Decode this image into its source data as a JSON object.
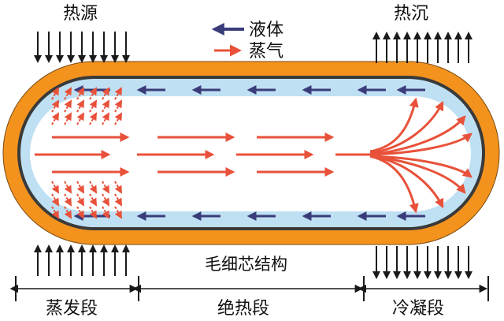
{
  "labels": {
    "heat_source": "热源",
    "heat_sink": "热沉",
    "liquid": "液体",
    "vapor": "蒸气",
    "wick": "毛细芯结构",
    "evaporator": "蒸发段",
    "adiabatic": "绝热段",
    "condenser": "冷凝段"
  },
  "colors": {
    "shell": "#f3931e",
    "wick": "#bfe0f3",
    "liquid_arrow": "#3a3c7a",
    "vapor_arrow": "#e8513a",
    "external_arrow": "#1a1a1a"
  },
  "icons": {
    "heat_in": "arrow-down-icon",
    "heat_out": "arrow-up-icon",
    "liquid_flow": "arrow-left-icon",
    "vapor_flow": "arrow-right-icon"
  }
}
